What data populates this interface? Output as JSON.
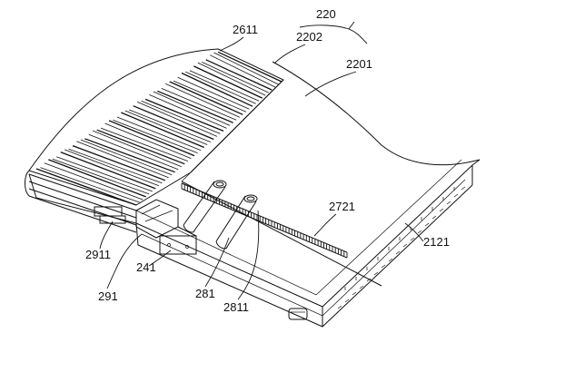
{
  "figure": {
    "labels": {
      "l220": "220",
      "l2611": "2611",
      "l2202": "2202",
      "l2201": "2201",
      "l2721": "2721",
      "l2121": "2121",
      "l2911": "2911",
      "l241": "241",
      "l291": "291",
      "l281": "281",
      "l2811": "2811"
    }
  }
}
